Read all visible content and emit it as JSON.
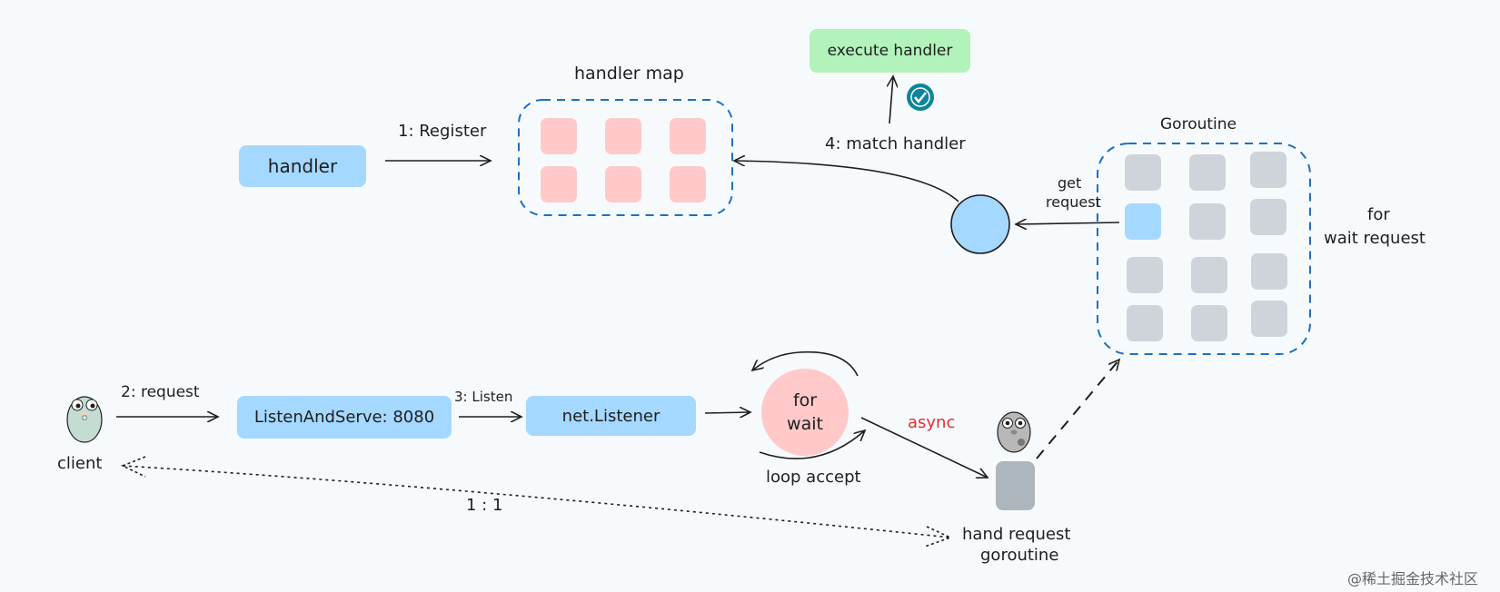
{
  "labels": {
    "handler_map": "handler map",
    "execute_handler": "execute handler",
    "register": "1: Register",
    "handler": "handler",
    "match_handler": "4: match handler",
    "goroutine": "Goroutine",
    "get": "get",
    "request_word": "request",
    "for_word": "for",
    "wait_request": "wait request",
    "request_step": "2: request",
    "listen_step": "3: Listen",
    "listen_and_serve": "ListenAndServe: 8080",
    "net_listener": "net.Listener",
    "wait": "wait",
    "async": "async",
    "loop_accept": "loop accept",
    "client": "client",
    "ratio": "1 : 1",
    "hand_request": "hand request",
    "goroutine_lower": "goroutine",
    "watermark": "@稀土掘金技术社区"
  },
  "colors": {
    "blue": "#a5d8ff",
    "green": "#b2f2bb",
    "pink": "#ffc9c9",
    "gray": "#ced4da",
    "dark_gray": "#adb5bd",
    "dashed_border": "#1971c2",
    "async_red": "#e03131",
    "check_teal": "#0c8599"
  },
  "icons": [
    "check-circle-icon",
    "gopher-icon",
    "gopher-gray-icon"
  ]
}
